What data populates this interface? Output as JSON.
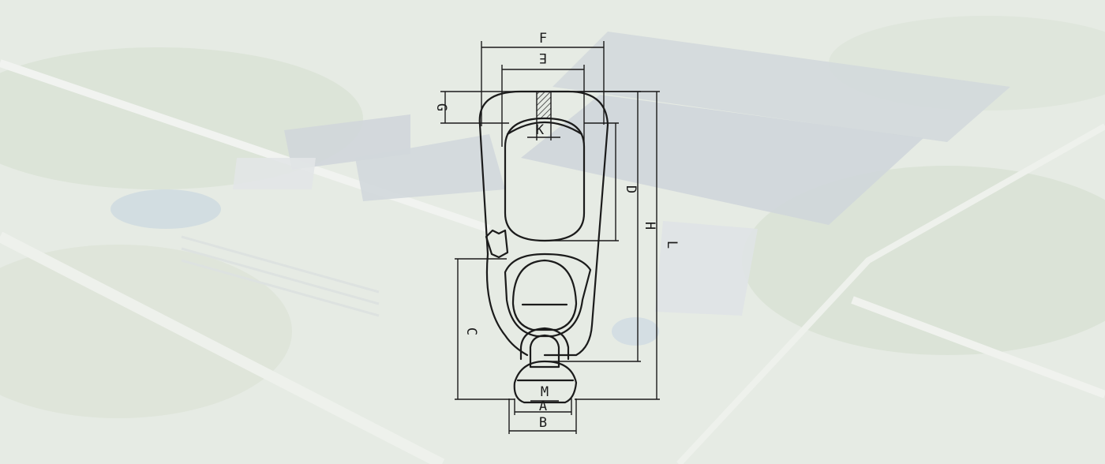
{
  "background": {
    "description_icon": "aerial-factory-campus-image",
    "tint": "#e9ede8"
  },
  "diagram": {
    "labels": {
      "A": "A",
      "B": "B",
      "C": "C",
      "D": "D",
      "E": "E",
      "F": "F",
      "G": "G",
      "H": "H",
      "K": "K",
      "L": "L",
      "M": "M"
    }
  }
}
